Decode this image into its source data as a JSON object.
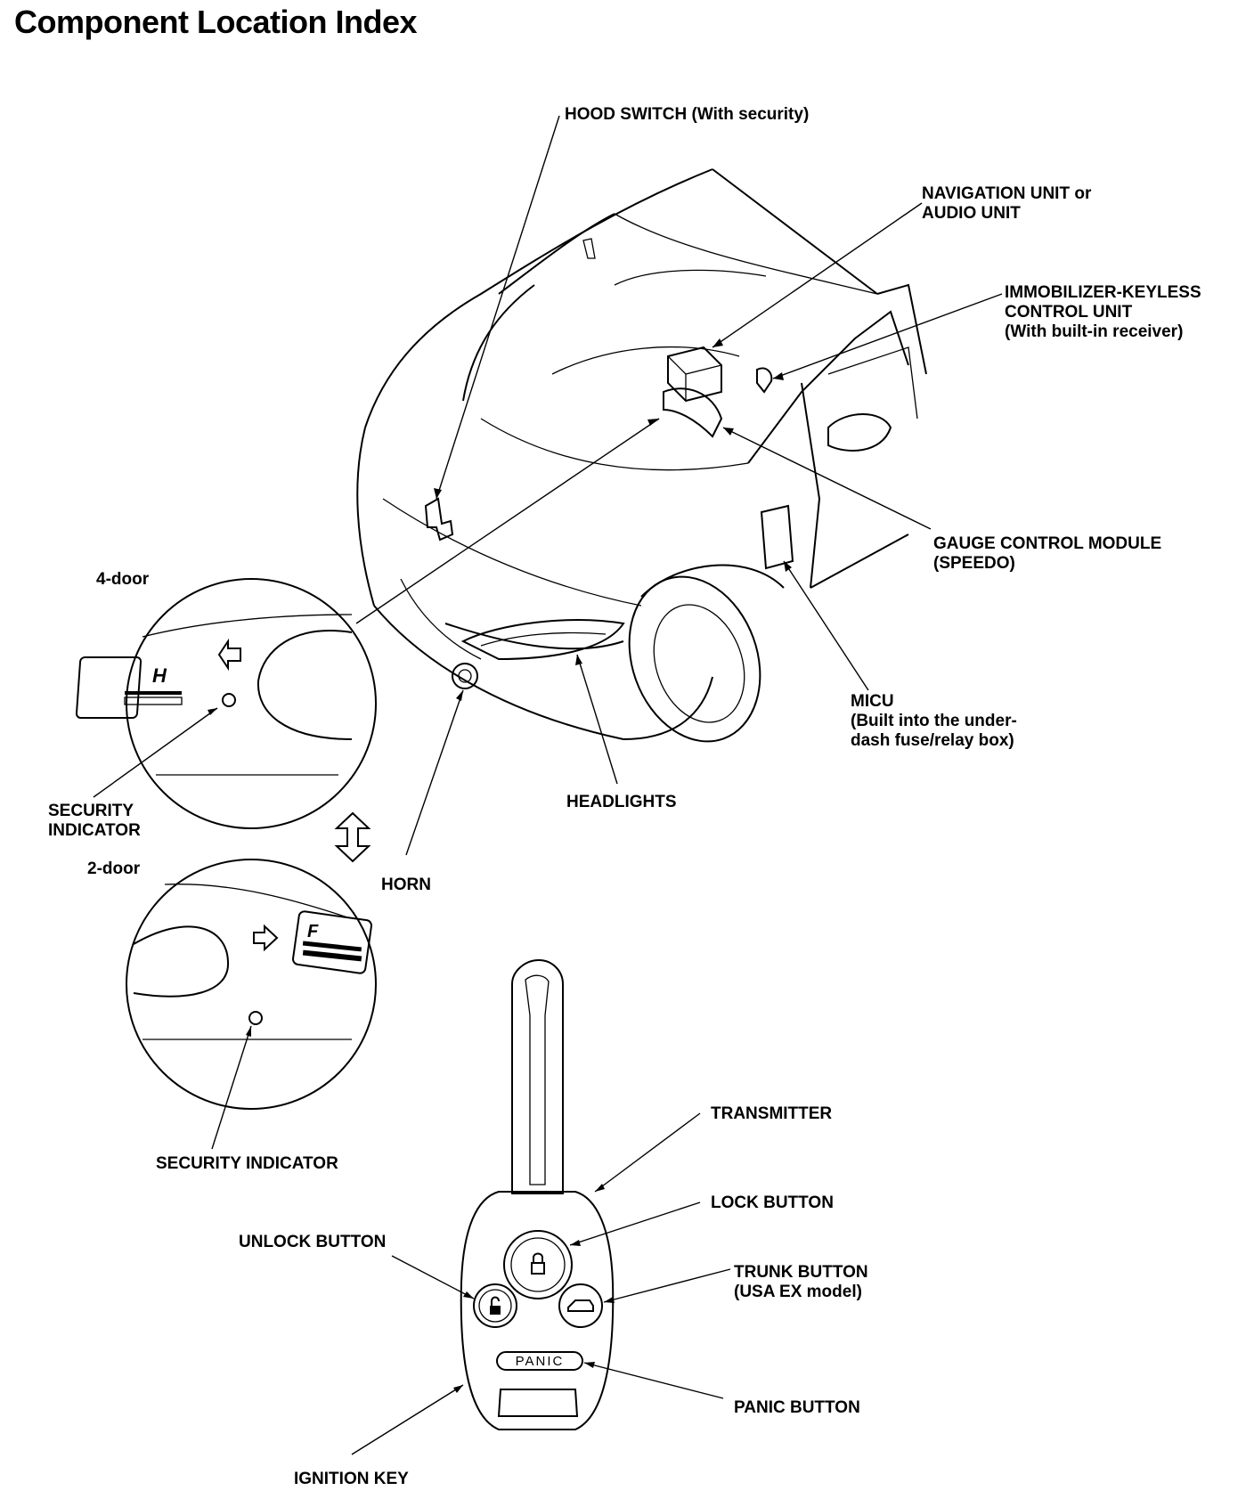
{
  "title": "Component Location Index",
  "labels": {
    "hood_switch": [
      "HOOD SWITCH (With security)"
    ],
    "navigation_unit": [
      "NAVIGATION UNIT or",
      "AUDIO UNIT"
    ],
    "immobilizer": [
      "IMMOBILIZER-KEYLESS",
      "CONTROL UNIT",
      "(With built-in receiver)"
    ],
    "gauge_control": [
      "GAUGE CONTROL MODULE",
      "(SPEEDO)"
    ],
    "micu": [
      "MICU",
      "(Built into the under-",
      "dash fuse/relay box)"
    ],
    "headlights": [
      "HEADLIGHTS"
    ],
    "horn": [
      "HORN"
    ],
    "four_door": [
      "4-door"
    ],
    "two_door": [
      "2-door"
    ],
    "security_indicator_1": [
      "SECURITY",
      "INDICATOR"
    ],
    "security_indicator_2": [
      "SECURITY INDICATOR"
    ],
    "transmitter": [
      "TRANSMITTER"
    ],
    "lock_button": [
      "LOCK BUTTON"
    ],
    "unlock_button": [
      "UNLOCK BUTTON"
    ],
    "trunk_button": [
      "TRUNK BUTTON",
      "(USA EX model)"
    ],
    "panic_button": [
      "PANIC BUTTON"
    ],
    "ignition_key": [
      "IGNITION KEY"
    ]
  },
  "inset_glyphs": {
    "four_door_gauge": "H",
    "two_door_gauge": "F",
    "remote_panic": "PANIC"
  }
}
